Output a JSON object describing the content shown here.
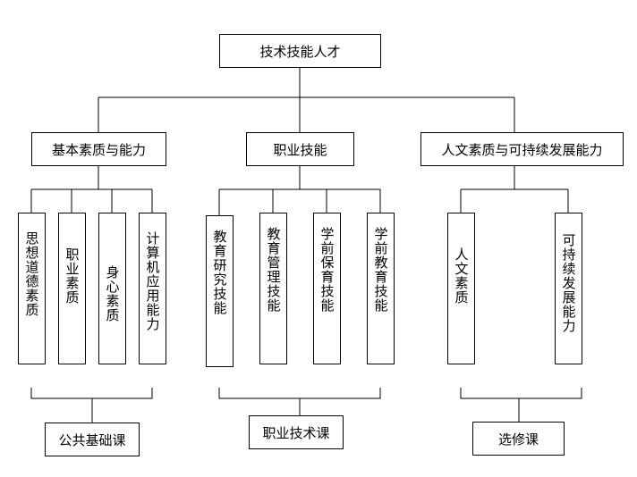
{
  "root": "技术技能人才",
  "groups": [
    {
      "label": "基本素质与能力",
      "items": [
        "思想道德素质",
        "职业素质",
        "身心素质",
        "计算机应用能力"
      ],
      "course": "公共基础课"
    },
    {
      "label": "职业技能",
      "items": [
        "教育研究技能",
        "教育管理技能",
        "学前保育技能",
        "学前教育技能"
      ],
      "course": "职业技术课"
    },
    {
      "label": "人文素质与可持续发展能力",
      "items": [
        "人文素质",
        "可持续发展能力"
      ],
      "course": "选修课"
    }
  ]
}
